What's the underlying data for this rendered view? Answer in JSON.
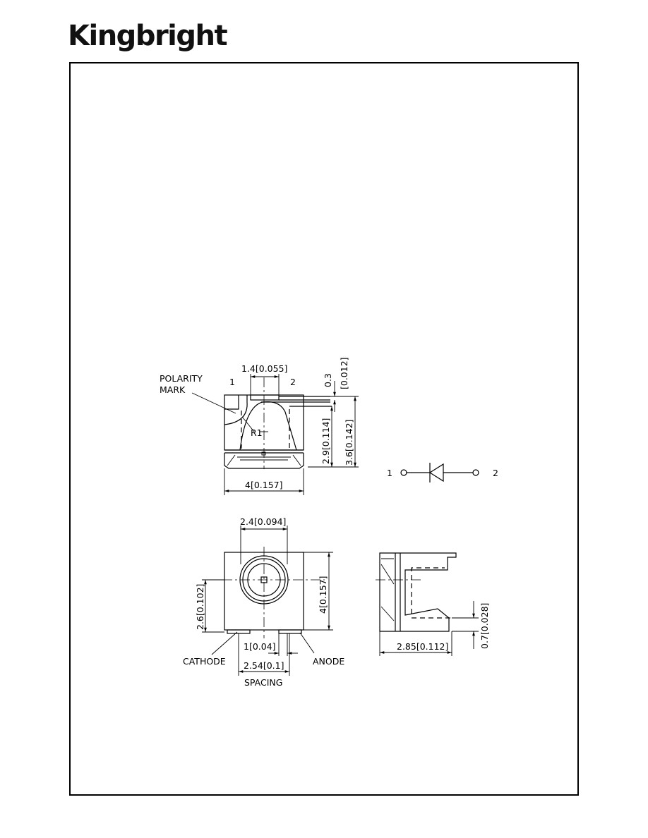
{
  "brand": {
    "logo_text": "Kingbright"
  },
  "drawing": {
    "front_view": {
      "polarity_mark": [
        "POLARITY",
        "MARK"
      ],
      "pin_1": "1",
      "pin_2": "2",
      "radius_label": "R1",
      "dim_top_width": "1.4[0.055]",
      "dim_top_offset": [
        "0.3",
        "[0.012]"
      ],
      "dim_body_height": "2.9[0.114]",
      "dim_total_height": "3.6[0.142]",
      "dim_width": "4[0.157]"
    },
    "schematic": {
      "pin_1": "1",
      "pin_2": "2"
    },
    "bottom_view": {
      "dim_lens": "2.4[0.094]",
      "dim_side": "2.6[0.102]",
      "dim_height": "4[0.157]",
      "dim_pad": "1[0.04]",
      "dim_spacing": "2.54[0.1]",
      "spacing_label": "SPACING",
      "cathode_label": "CATHODE",
      "anode_label": "ANODE"
    },
    "side_view": {
      "dim_depth": "2.85[0.112]",
      "dim_pad_height": "0.7[0.028]"
    }
  }
}
